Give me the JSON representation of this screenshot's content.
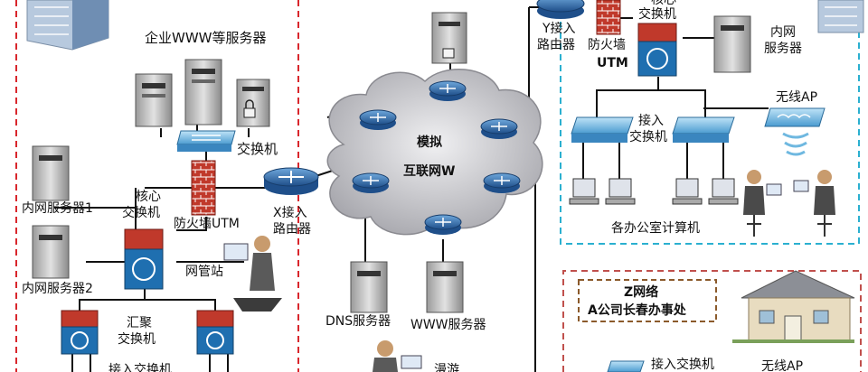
{
  "labels": {
    "enterprise_www_servers": "企业WWW等服务器",
    "switch": "交换机",
    "intranet_server_1": "内网服务器1",
    "core_switch_l1": "核心",
    "core_switch_l2": "交换机",
    "firewall_utm_left": "防火墙UTM",
    "x_router_l1": "X接入",
    "x_router_l2": "路由器",
    "intranet_server_2": "内网服务器2",
    "nms_station": "网管站",
    "aggregation_l1": "汇聚",
    "aggregation_l2": "交换机",
    "access_switch_cut": "接入交换机",
    "internet_l1": "模拟",
    "internet_l2": "互联网W",
    "dns_server": "DNS服务器",
    "www_server": "WWW服务器",
    "y_router_l1": "Y接入",
    "y_router_l2": "路由器",
    "firewall_l1": "防火墙",
    "firewall_l2": "UTM",
    "right_switch_l1": "核心",
    "right_switch_l2": "交换机",
    "intranet_right_l1": "内网",
    "intranet_right_l2": "服务器",
    "wireless_ap": "无线AP",
    "access_l1": "接入",
    "access_l2": "交换机",
    "office_pcs": "各办公室计算机",
    "z_net_l1": "Z网络",
    "z_net_l2": "A公司长春办事处",
    "z_access_switch": "接入交换机",
    "z_wireless_ap": "无线AP",
    "bottom_cut": "漫游"
  },
  "colors": {
    "left_zone_border": "#d9262c",
    "right_zone_border": "#2bb0d0",
    "z_zone_border": "#c0504d",
    "z_label_border": "#8b5a2b",
    "router_blue": "#2d6fb0",
    "firewall_red": "#c0392b",
    "cloud_gray": "#c8c8cc"
  }
}
